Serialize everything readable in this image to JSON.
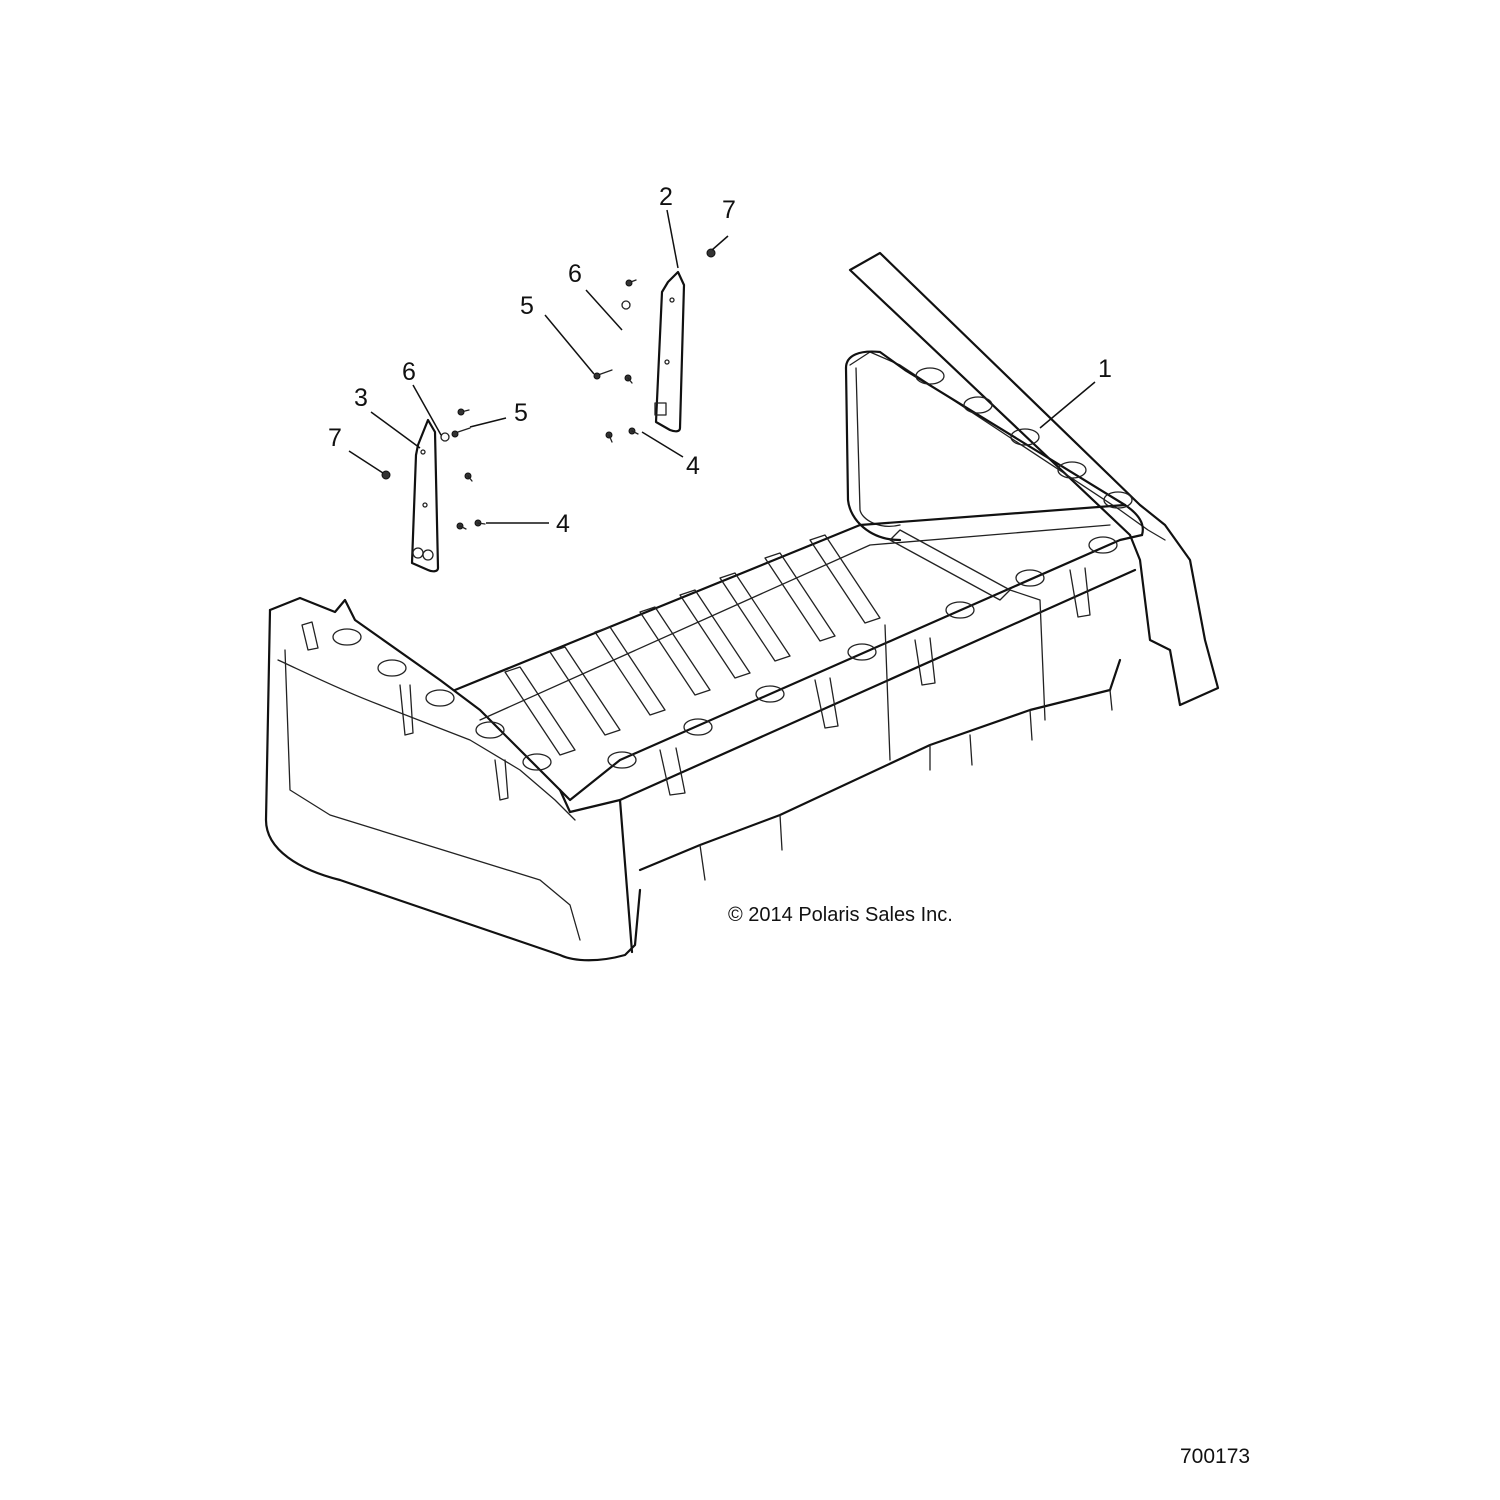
{
  "callouts": {
    "c1": "1",
    "c2": "2",
    "c3": "3",
    "c4a": "4",
    "c4b": "4",
    "c5a": "5",
    "c5b": "5",
    "c6a": "6",
    "c6b": "6",
    "c7a": "7",
    "c7b": "7"
  },
  "copyright": "© 2014 Polaris Sales Inc.",
  "figure_id": "700173"
}
